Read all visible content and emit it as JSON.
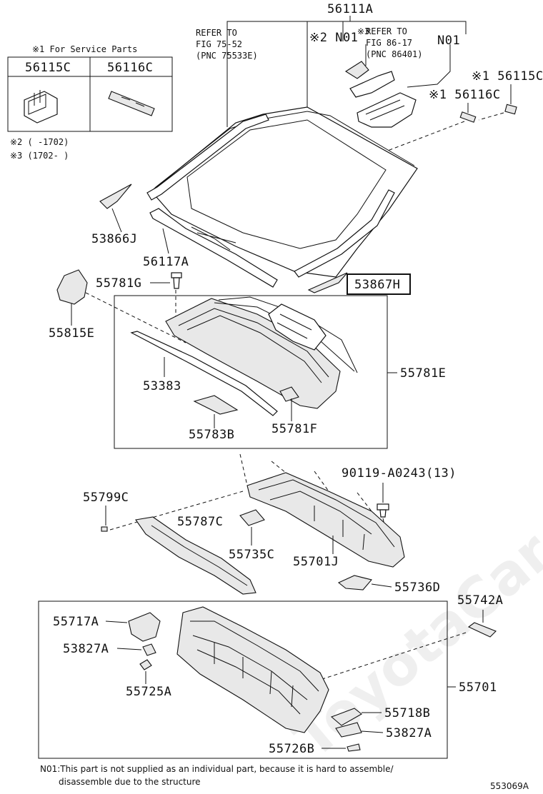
{
  "watermark": "ToyotaCar.me.ru",
  "service_box": {
    "title": "※1 For Service Parts",
    "col1": "56115C",
    "col2": "56116C"
  },
  "notes": {
    "n2": "※2 (      -1702)",
    "n3": "※3 (1702-      )"
  },
  "refer1": {
    "line1": "REFER TO",
    "line2": "FIG 75-52",
    "line3": "(PNC 75533E)"
  },
  "refer2": {
    "line1": "REFER TO",
    "line2": "FIG 86-17",
    "line3": "(PNC 86401)"
  },
  "labels": {
    "p56111A": "56111A",
    "n01a": "※2 N01",
    "n01a_mark": "※3",
    "n01b": "N01",
    "p56115C": "※1 56115C",
    "p56116C": "※1 56116C",
    "p53866J": "53866J",
    "p56117A": "56117A",
    "p55781G": "55781G",
    "p53867H": "53867H",
    "p55815E": "55815E",
    "p53383": "53383",
    "p55781E": "55781E",
    "p55783B": "55783B",
    "p55781F": "55781F",
    "p90119": "90119-A0243(13)",
    "p55799C": "55799C",
    "p55787C": "55787C",
    "p55735C": "55735C",
    "p55701J": "55701J",
    "p55736D": "55736D",
    "p55742A": "55742A",
    "p55717A": "55717A",
    "p53827A_1": "53827A",
    "p55725A": "55725A",
    "p55701": "55701",
    "p55718B": "55718B",
    "p53827A_2": "53827A",
    "p55726B": "55726B"
  },
  "footer": {
    "n01_line1": "N01:This part is not supplied as an individual part, because it is hard to assemble/",
    "n01_line2": "disassemble due to the structure",
    "diagram_id": "553069A"
  }
}
